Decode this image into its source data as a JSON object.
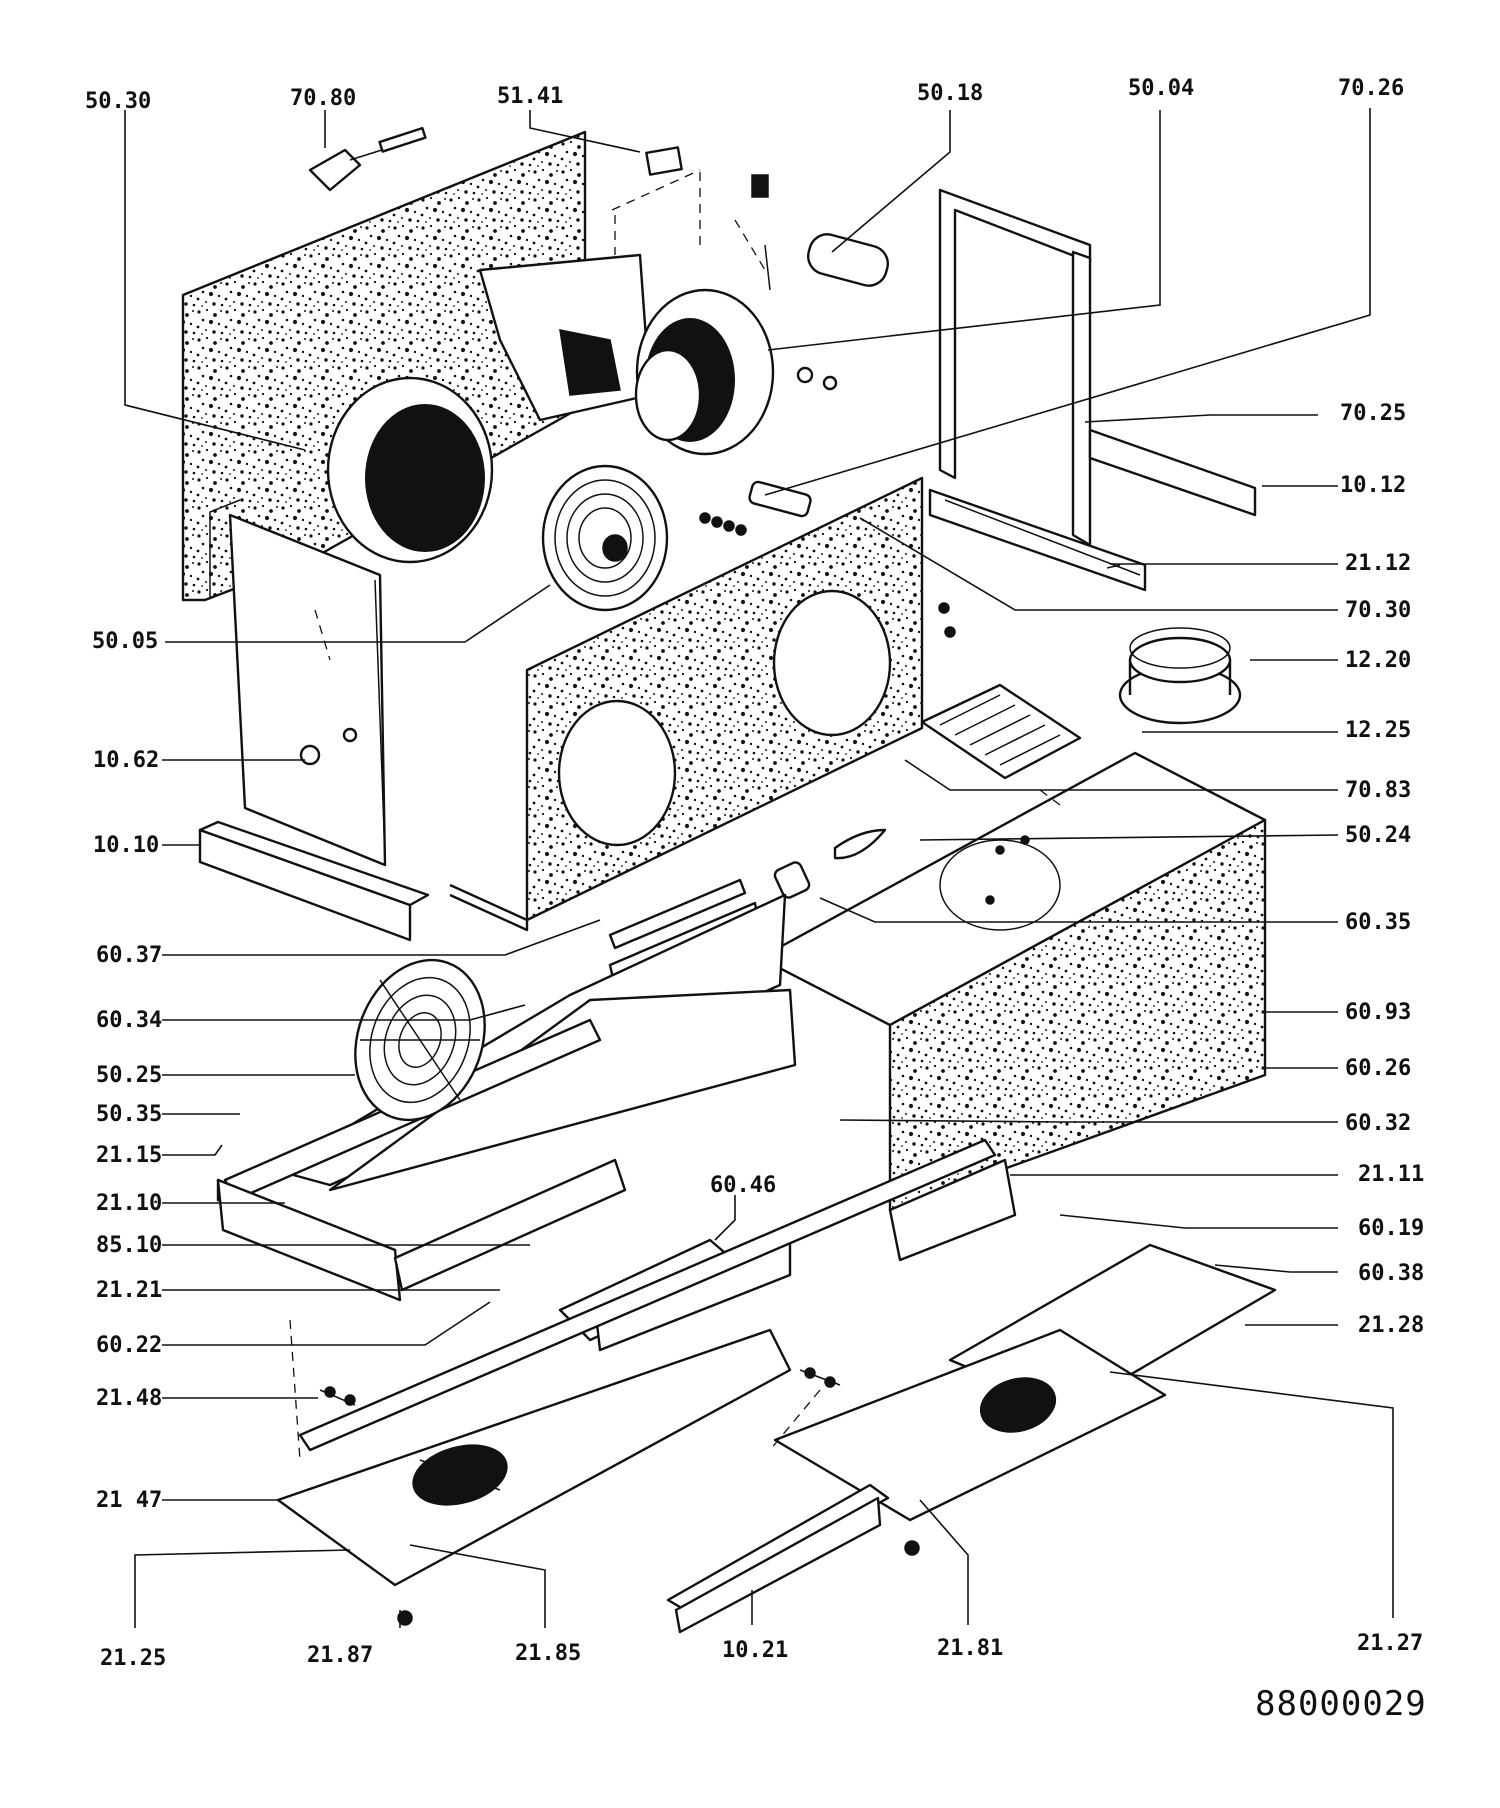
{
  "diagram": {
    "drawing_number": "88000029",
    "labels": {
      "p5030": "50.30",
      "p7080": "70.80",
      "p5141": "51.41",
      "p5018": "50.18",
      "p5004": "50.04",
      "p7026": "70.26",
      "p7025": "70.25",
      "p1012": "10.12",
      "p2112": "21.12",
      "p7030": "70.30",
      "p5005": "50.05",
      "p1220": "12.20",
      "p1225": "12.25",
      "p1062": "10.62",
      "p7083": "70.83",
      "p1010": "10.10",
      "p5024": "50.24",
      "p6035": "60.35",
      "p6037": "60.37",
      "p6093": "60.93",
      "p6034": "60.34",
      "p6026": "60.26",
      "p5025": "50.25",
      "p6032": "60.32",
      "p5035": "50.35",
      "p2111": "21.11",
      "p2115": "21.15",
      "p6046": "60.46",
      "p2110": "21.10",
      "p6019": "60.19",
      "p8510": "85.10",
      "p6038": "60.38",
      "p2121": "21.21",
      "p2128": "21.28",
      "p6022": "60.22",
      "p2148": "21.48",
      "p2147": "21 47",
      "p2125": "21.25",
      "p2187": "21.87",
      "p2185": "21.85",
      "p1021": "10.21",
      "p2181": "21.81",
      "p2127": "21.27"
    }
  }
}
